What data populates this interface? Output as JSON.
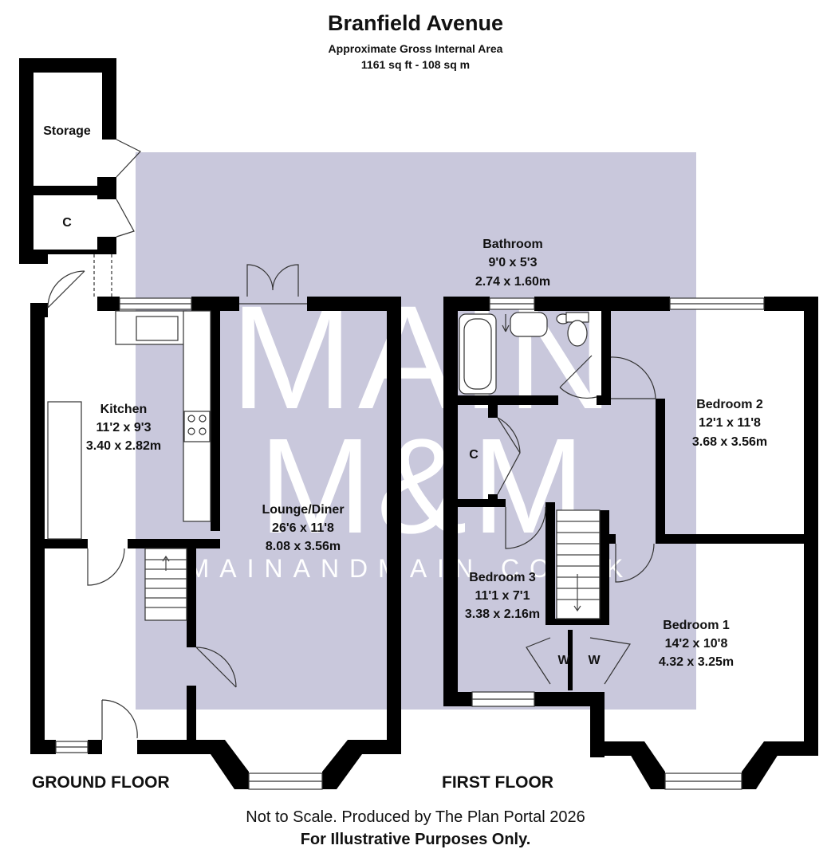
{
  "header": {
    "title": "Branfield Avenue",
    "subtitle": "Approximate Gross Internal Area",
    "area": "1161 sq ft - 108 sq m"
  },
  "watermark": {
    "line1": "MAIN",
    "line2": "M&M",
    "website": "MAINANDMAIN.CO.UK",
    "background_color": "#c9c8dc"
  },
  "floors": {
    "ground": "GROUND FLOOR",
    "first": "FIRST FLOOR"
  },
  "rooms": {
    "storage": {
      "name": "Storage"
    },
    "cupboard_ground": {
      "name": "C"
    },
    "kitchen": {
      "name": "Kitchen",
      "imperial": "11'2 x 9'3",
      "metric": "3.40 x 2.82m"
    },
    "lounge": {
      "name": "Lounge/Diner",
      "imperial": "26'6 x 11'8",
      "metric": "8.08 x 3.56m"
    },
    "bathroom": {
      "name": "Bathroom",
      "imperial": "9'0 x 5'3",
      "metric": "2.74 x 1.60m"
    },
    "cupboard_first": {
      "name": "C"
    },
    "bedroom2": {
      "name": "Bedroom 2",
      "imperial": "12'1 x 11'8",
      "metric": "3.68 x 3.56m"
    },
    "bedroom3": {
      "name": "Bedroom 3",
      "imperial": "11'1 x 7'1",
      "metric": "3.38 x 2.16m"
    },
    "bedroom1": {
      "name": "Bedroom 1",
      "imperial": "14'2 x 10'8",
      "metric": "4.32 x 3.25m"
    },
    "wardrobe_a": {
      "name": "W"
    },
    "wardrobe_b": {
      "name": "W"
    }
  },
  "footer": {
    "line1": "Not to Scale. Produced by The Plan Portal 2026",
    "line2": "For Illustrative Purposes Only."
  }
}
